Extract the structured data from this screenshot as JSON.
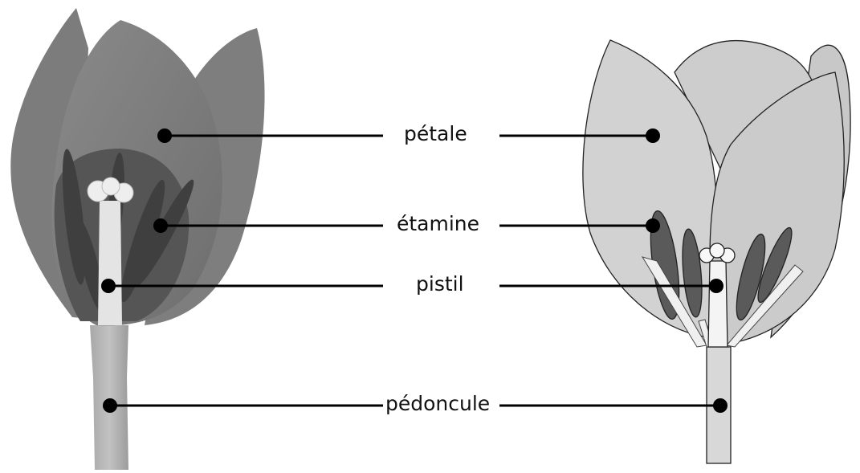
{
  "labels": {
    "petal": "pétale",
    "stamen": "étamine",
    "pistil": "pistil",
    "peduncle": "pédoncule"
  },
  "colors": {
    "photo_petal_dark": "#7a7a7a",
    "photo_petal_mid": "#8e8e8e",
    "photo_stem": "#b4b4b4",
    "drawing_petal": "#cfcfcf",
    "drawing_stamen": "#555555",
    "line": "#000000"
  }
}
